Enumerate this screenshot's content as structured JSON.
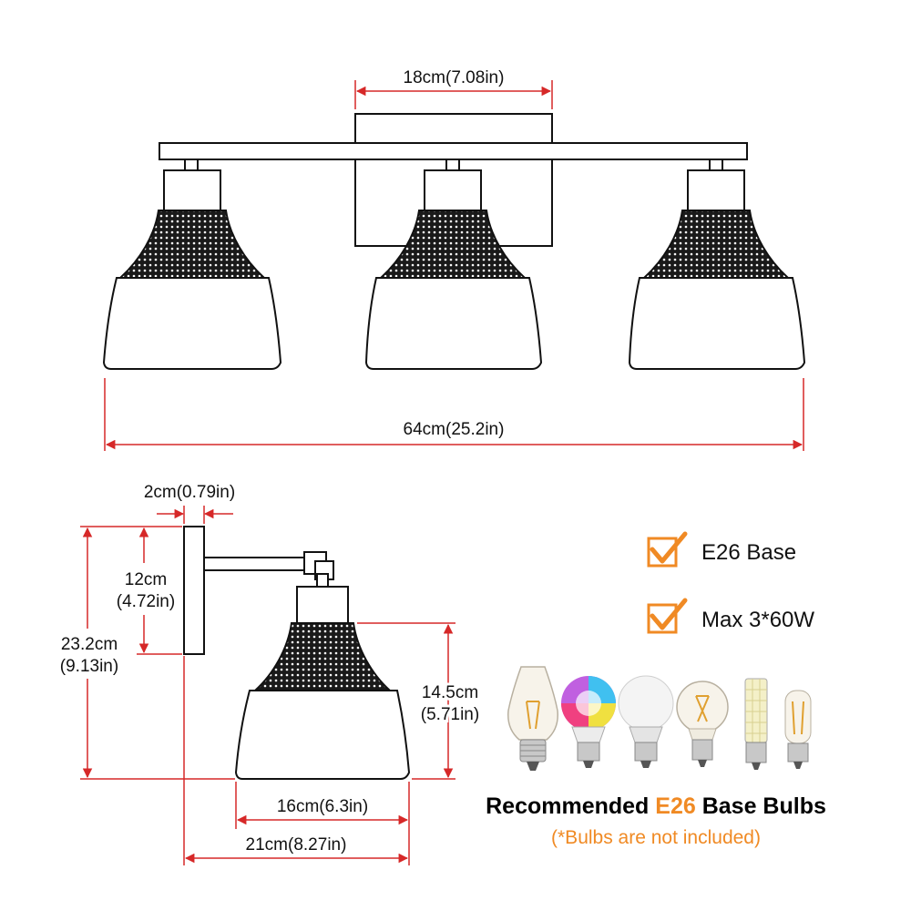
{
  "colors": {
    "dimension_line": "#d62828",
    "accent": "#f08a24",
    "outline": "#111111",
    "shade_fill": "#ffffff",
    "mesh": "#1a1a1a"
  },
  "front_view": {
    "backplate_width": "18cm(7.08in)",
    "total_width": "64cm(25.2in)"
  },
  "side_view": {
    "backplate_depth": "2cm(0.79in)",
    "arm_height_cm": "12cm",
    "arm_height_in": "(4.72in)",
    "total_height_cm": "23.2cm",
    "total_height_in": "(9.13in)",
    "shade_height_cm": "14.5cm",
    "shade_height_in": "(5.71in)",
    "shade_width": "16cm(6.3in)",
    "extension": "21cm(8.27in)"
  },
  "features": [
    {
      "icon": "checkbox-icon",
      "label": "E26 Base"
    },
    {
      "icon": "checkbox-icon",
      "label": "Max 3*60W"
    }
  ],
  "recommended": {
    "prefix": "Recommended ",
    "highlight": "E26",
    "suffix": " Base Bulbs",
    "note": "(*Bulbs are not included)"
  }
}
